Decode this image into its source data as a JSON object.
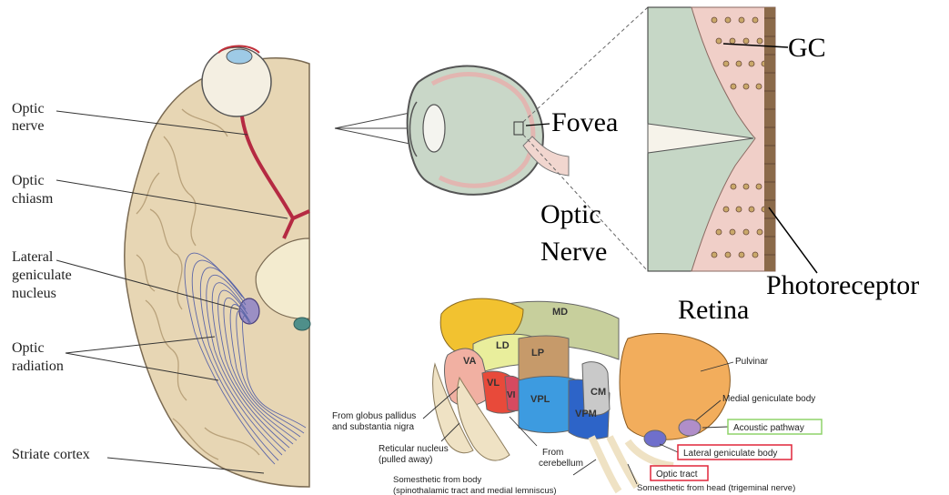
{
  "brain_panel": {
    "labels": {
      "optic_nerve_line1": "Optic",
      "optic_nerve_line2": "nerve",
      "optic_chiasm_line1": "Optic",
      "optic_chiasm_line2": "chiasm",
      "lgn_line1": "Lateral",
      "lgn_line2": "geniculate",
      "lgn_line3": "nucleus",
      "optic_radiation_line1": "Optic",
      "optic_radiation_line2": "radiation",
      "striate_cortex": "Striate cortex"
    }
  },
  "eye_panel": {
    "labels": {
      "fovea": "Fovea",
      "optic_nerve_line1": "Optic",
      "optic_nerve_line2": "Nerve"
    }
  },
  "retina_panel": {
    "labels": {
      "gc": "GC",
      "photoreceptor": "Photoreceptor",
      "retina": "Retina"
    }
  },
  "thalamus_panel": {
    "regions": {
      "md": "MD",
      "ld": "LD",
      "lp": "LP",
      "va": "VA",
      "vl": "VL",
      "vi": "VI",
      "vpl": "VPL",
      "vpm": "VPM",
      "cm": "CM"
    },
    "labels": {
      "pulvinar": "Pulvinar",
      "medial_geniculate": "Medial geniculate body",
      "acoustic_pathway": "Acoustic pathway",
      "lateral_geniculate": "Lateral geniculate body",
      "optic_tract": "Optic tract",
      "globus_line1": "From globus pallidus",
      "globus_line2": "and substantia nigra",
      "reticular_line1": "Reticular nucleus",
      "reticular_line2": "(pulled away)",
      "cerebellum_line1": "From",
      "cerebellum_line2": "cerebellum",
      "somesthetic_body_line1": "Somesthetic from body",
      "somesthetic_body_line2": "(spinothalamic tract and medial lemniscus)",
      "somesthetic_head": "Somesthetic from head (trigeminal nerve)"
    },
    "colors": {
      "acoustic_box": "#8fd36a",
      "lgn_box": "#e0263a",
      "optic_tract_box": "#e0263a"
    }
  }
}
